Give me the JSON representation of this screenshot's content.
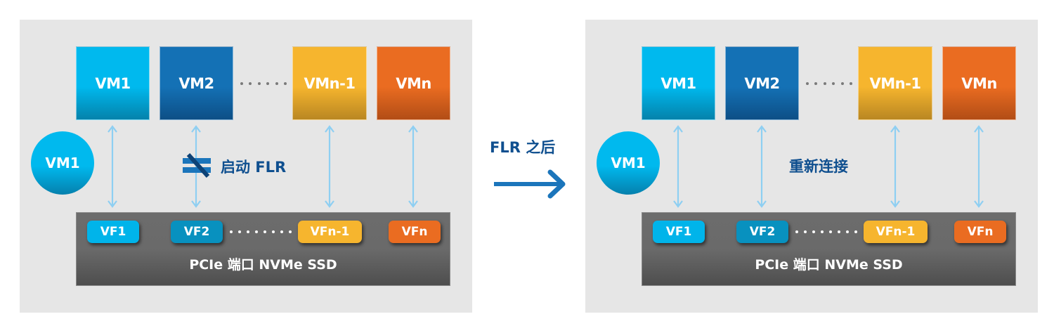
{
  "colors": {
    "panel_bg": "#e6e6e6",
    "vm1": "#00b9ee",
    "vm2": "#1471b5",
    "vmn_minus_1": "#f6b52e",
    "vmn": "#ea6c21",
    "ssd": "#6a6a6a",
    "link_arrow": "#8ecff2",
    "label_text": "#0f4f8f"
  },
  "left_panel": {
    "vms": [
      {
        "label": "VM1",
        "icon": "vm-box"
      },
      {
        "label": "VM2",
        "icon": "vm-box"
      },
      {
        "label": "VMn-1",
        "icon": "vm-box"
      },
      {
        "label": "VMn",
        "icon": "vm-box"
      }
    ],
    "detached_vm": "VM1",
    "action_label": "启动 FLR",
    "action_icon": "not-equal-icon",
    "vfs": [
      {
        "label": "VF1"
      },
      {
        "label": "VF2"
      },
      {
        "label": "VFn-1"
      },
      {
        "label": "VFn"
      }
    ],
    "ssd_label": "PCIe 端口 NVMe SSD"
  },
  "transition": {
    "label": "FLR 之后",
    "icon": "right-arrow-icon"
  },
  "right_panel": {
    "vms": [
      {
        "label": "VM1",
        "icon": "vm-box"
      },
      {
        "label": "VM2",
        "icon": "vm-box"
      },
      {
        "label": "VMn-1",
        "icon": "vm-box"
      },
      {
        "label": "VMn",
        "icon": "vm-box"
      }
    ],
    "detached_vm": "VM1",
    "action_label": "重新连接",
    "vfs": [
      {
        "label": "VF1"
      },
      {
        "label": "VF2"
      },
      {
        "label": "VFn-1"
      },
      {
        "label": "VFn"
      }
    ],
    "ssd_label": "PCIe 端口 NVMe SSD"
  }
}
